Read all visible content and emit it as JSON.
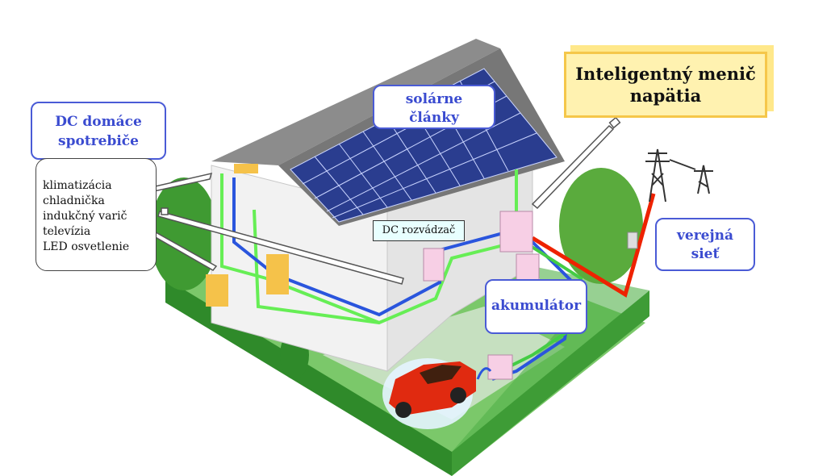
{
  "labels": {
    "dc_appliances": [
      "DC domáce",
      "spotrebiče"
    ],
    "solar_panels": [
      "solárne",
      "články"
    ],
    "inverter": [
      "Inteligentný menič",
      "napätia"
    ],
    "dc_distribution_board": "DC rozvádzač",
    "public_grid": [
      "verejná",
      "sieť"
    ],
    "battery": "akumulátor"
  },
  "appliances": [
    "klimatizácia",
    "chladnička",
    "indukčný varič",
    "televízia",
    "LED osvetlenie"
  ],
  "colors": {
    "label_text": "#3a4bd0",
    "label_border": "#4a5bd6",
    "inverter_fill": "#fff2b0",
    "dc_line": "#66ee55",
    "blue_line": "#2a55dd",
    "red_line": "#ee2200",
    "roof": "#8c8c8c",
    "solar_panel": "#2a3d8f",
    "hedge": "#2f8a2a",
    "car": "#e02a10"
  }
}
